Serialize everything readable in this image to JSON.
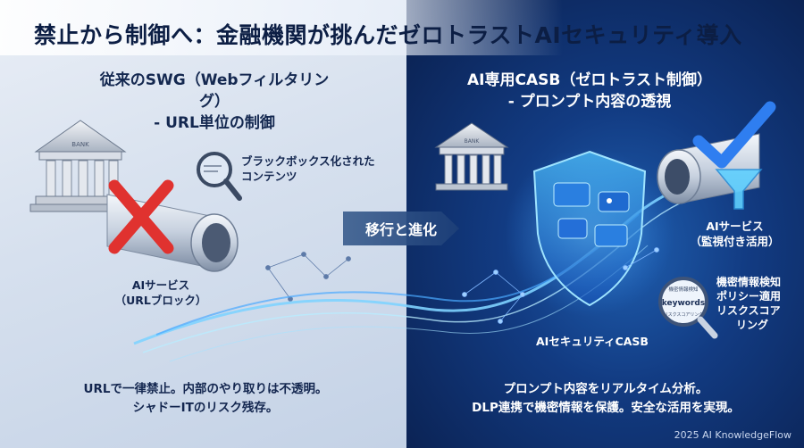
{
  "title": "禁止から制御へ：金融機関が挑んだゼロトラストAIセキュリティ導入",
  "left": {
    "heading_line1": "従来のSWG（Webフィルタリング）",
    "heading_line2": "- URL単位の制御",
    "bank_sign": "BANK",
    "blackbox_label_line1": "ブラックボックス化された",
    "blackbox_label_line2": "コンテンツ",
    "ai_service_line1": "AIサービス",
    "ai_service_line2": "（URLブロック）",
    "caption_line1": "URLで一律禁止。内部のやり取りは不透明。",
    "caption_line2": "シャドーITのリスク残存。"
  },
  "transition": {
    "label": "移行と進化"
  },
  "right": {
    "heading_line1": "AI専用CASB（ゼロトラスト制御）",
    "heading_line2": "- プロンプト内容の透視",
    "bank_sign": "BANK",
    "ai_service_line1": "AIサービス",
    "ai_service_line2": "（監視付き活用）",
    "features_line1": "機密情報検知",
    "features_line2": "ポリシー適用",
    "features_line3": "リスクスコア",
    "features_line4": "リング",
    "lens_top": "機密情報検知",
    "lens_keyword": "keywords",
    "lens_bottom": "リスクスコアリング",
    "shield_label": "AIセキュリティCASB",
    "caption_line1": "プロンプト内容をリアルタイム分析。",
    "caption_line2": "DLP連携で機密情報を保護。安全な活用を実現。"
  },
  "footer": "2025 AI KnowledgeFlow",
  "colors": {
    "cross": "#e0322f",
    "check": "#2f7ef0",
    "title": "#0c1e44",
    "stream": "#7fd3ff"
  }
}
